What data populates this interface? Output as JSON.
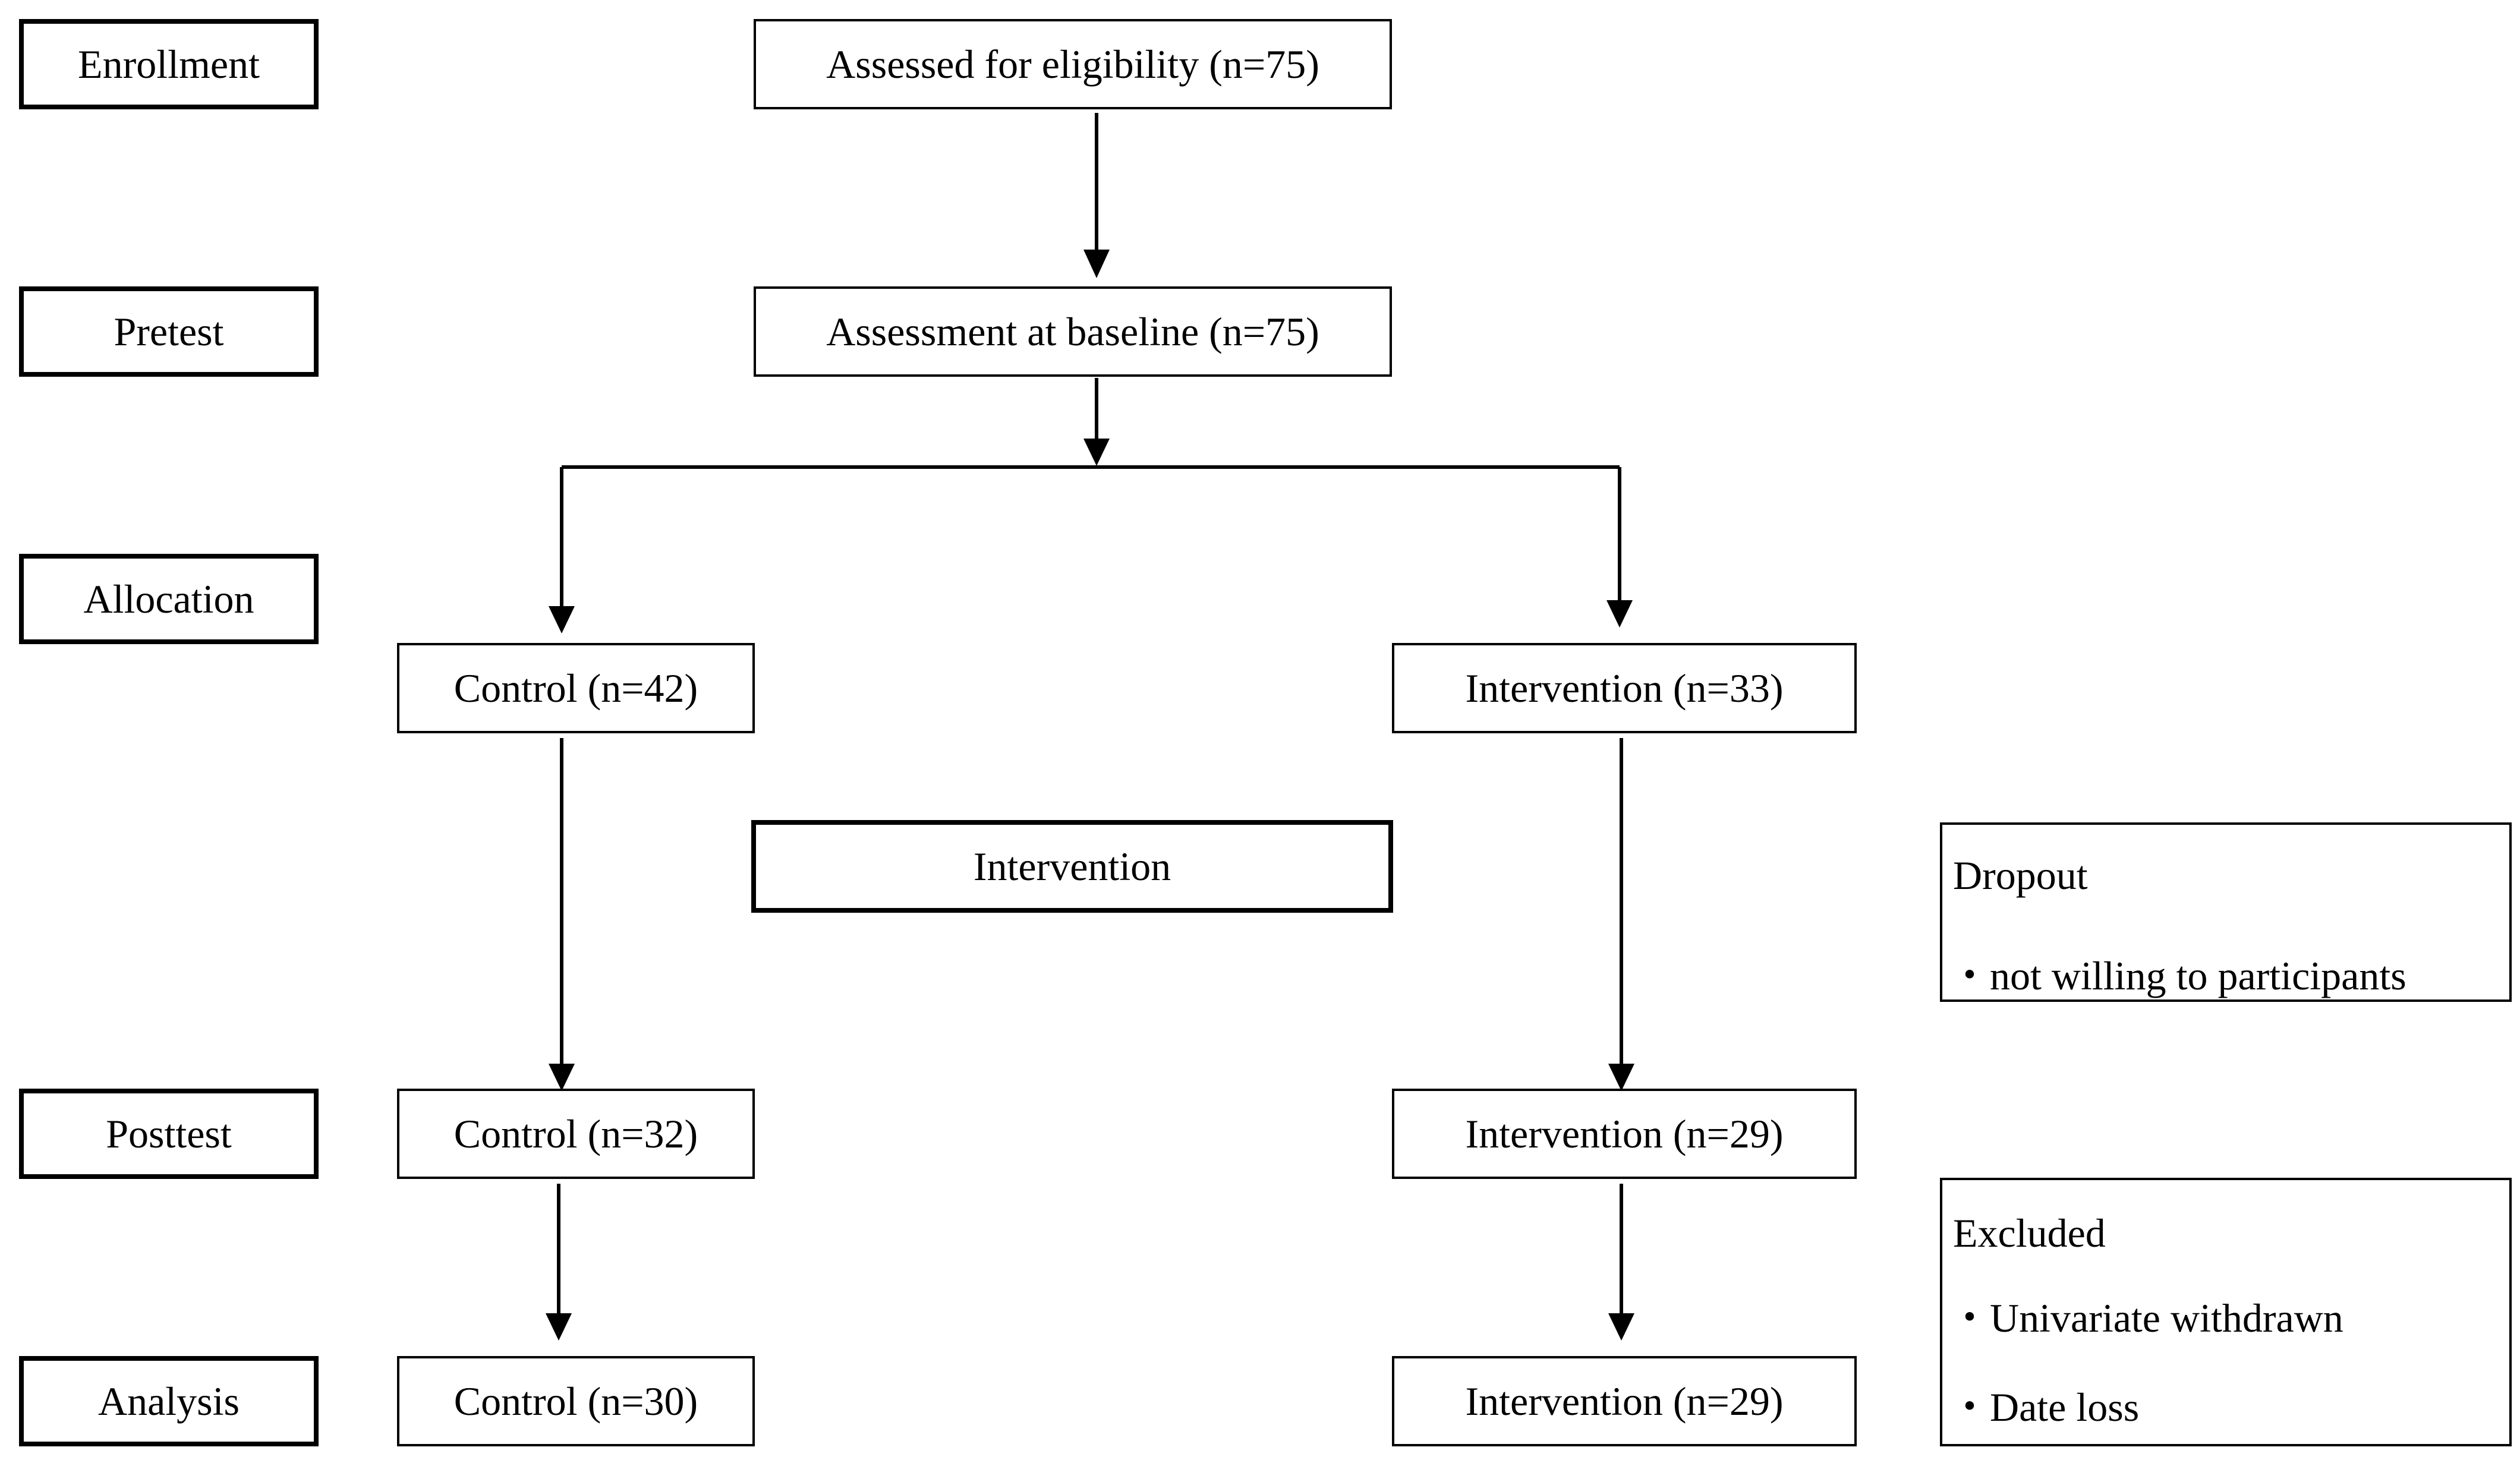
{
  "stages": {
    "enrollment": "Enrollment",
    "pretest": "Pretest",
    "allocation": "Allocation",
    "posttest": "Posttest",
    "analysis": "Analysis"
  },
  "nodes": {
    "assessed": "Assessed for eligibility (n=75)",
    "baseline": "Assessment at baseline (n=75)",
    "control_alloc": "Control (n=42)",
    "intervention_alloc": "Intervention (n=33)",
    "intervention_label": "Intervention",
    "control_post": "Control (n=32)",
    "intervention_post": "Intervention (n=29)",
    "control_analysis": "Control (n=30)",
    "intervention_analysis": "Intervention (n=29)"
  },
  "dropout": {
    "title": "Dropout",
    "items": [
      "・not willing to participants"
    ]
  },
  "excluded": {
    "title": "Excluded",
    "items": [
      "・Univariate withdrawn",
      "・Date loss"
    ]
  }
}
